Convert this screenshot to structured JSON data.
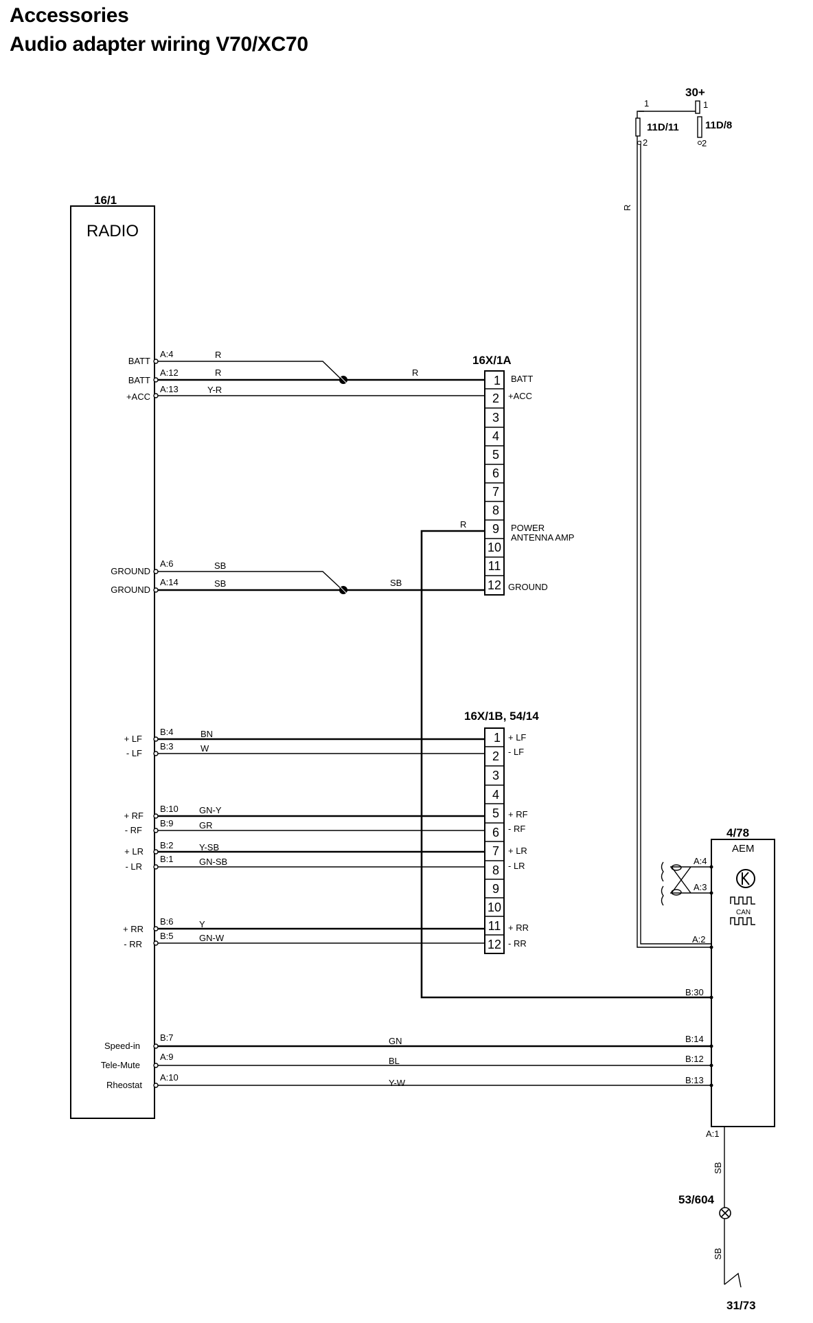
{
  "header": {
    "title": "Accessories",
    "subtitle": "Audio adapter wiring V70/XC70"
  },
  "radio": {
    "ref": "16/1",
    "name": "RADIO",
    "pins": [
      {
        "label": "BATT",
        "term": "A:4",
        "color": "R"
      },
      {
        "label": "BATT",
        "term": "A:12",
        "color": "R"
      },
      {
        "label": "+ACC",
        "term": "A:13",
        "color": "Y-R"
      },
      {
        "label": "GROUND",
        "term": "A:6",
        "color": "SB"
      },
      {
        "label": "GROUND",
        "term": "A:14",
        "color": "SB"
      },
      {
        "label": "+ LF",
        "term": "B:4",
        "color": "BN"
      },
      {
        "label": "- LF",
        "term": "B:3",
        "color": "W"
      },
      {
        "label": "+ RF",
        "term": "B:10",
        "color": "GN-Y"
      },
      {
        "label": "- RF",
        "term": "B:9",
        "color": "GR"
      },
      {
        "label": "+ LR",
        "term": "B:2",
        "color": "Y-SB"
      },
      {
        "label": "- LR",
        "term": "B:1",
        "color": "GN-SB"
      },
      {
        "label": "+ RR",
        "term": "B:6",
        "color": "Y"
      },
      {
        "label": "- RR",
        "term": "B:5",
        "color": "GN-W"
      },
      {
        "label": "Speed-in",
        "term": "B:7",
        "color": "GN"
      },
      {
        "label": "Tele-Mute",
        "term": "A:9",
        "color": "BL"
      },
      {
        "label": "Rheostat",
        "term": "A:10",
        "color": "Y-W"
      }
    ]
  },
  "wires": {
    "batt_joined_color": "R",
    "ground_joined_color": "SB",
    "antenna_color": "R",
    "feed_color": "R",
    "ground_out_color": "SB",
    "ground_out_color2": "SB"
  },
  "connector_a": {
    "ref": "16X/1A",
    "pins": [
      "1",
      "2",
      "3",
      "4",
      "5",
      "6",
      "7",
      "8",
      "9",
      "10",
      "11",
      "12"
    ],
    "labels": {
      "p1": "BATT",
      "p2": "+ACC",
      "p9a": "POWER",
      "p9b": "ANTENNA AMP",
      "p12": "GROUND"
    }
  },
  "connector_b": {
    "ref": "16X/1B, 54/14",
    "pins": [
      "1",
      "2",
      "3",
      "4",
      "5",
      "6",
      "7",
      "8",
      "9",
      "10",
      "11",
      "12"
    ],
    "labels": {
      "p1": "+ LF",
      "p2": "- LF",
      "p5": "+ RF",
      "p6": "- RF",
      "p7": "+ LR",
      "p8": "- LR",
      "p11": "+ RR",
      "p12": "- RR"
    }
  },
  "power": {
    "ref": "30+",
    "fuse1": "11D/11",
    "fuse2": "11D/8",
    "pin1": "1",
    "pin2": "2"
  },
  "aem": {
    "ref": "4/78",
    "name": "AEM",
    "can_label": "CAN",
    "terms": {
      "a4": "A:4",
      "a3": "A:3",
      "a2": "A:2",
      "b30": "B:30",
      "b14": "B:14",
      "b12": "B:12",
      "b13": "B:13",
      "a1": "A:1"
    }
  },
  "ground": {
    "splice_ref": "53/604",
    "point_ref": "31/73"
  },
  "colors": {
    "wire": "#000000",
    "background": "#ffffff"
  }
}
